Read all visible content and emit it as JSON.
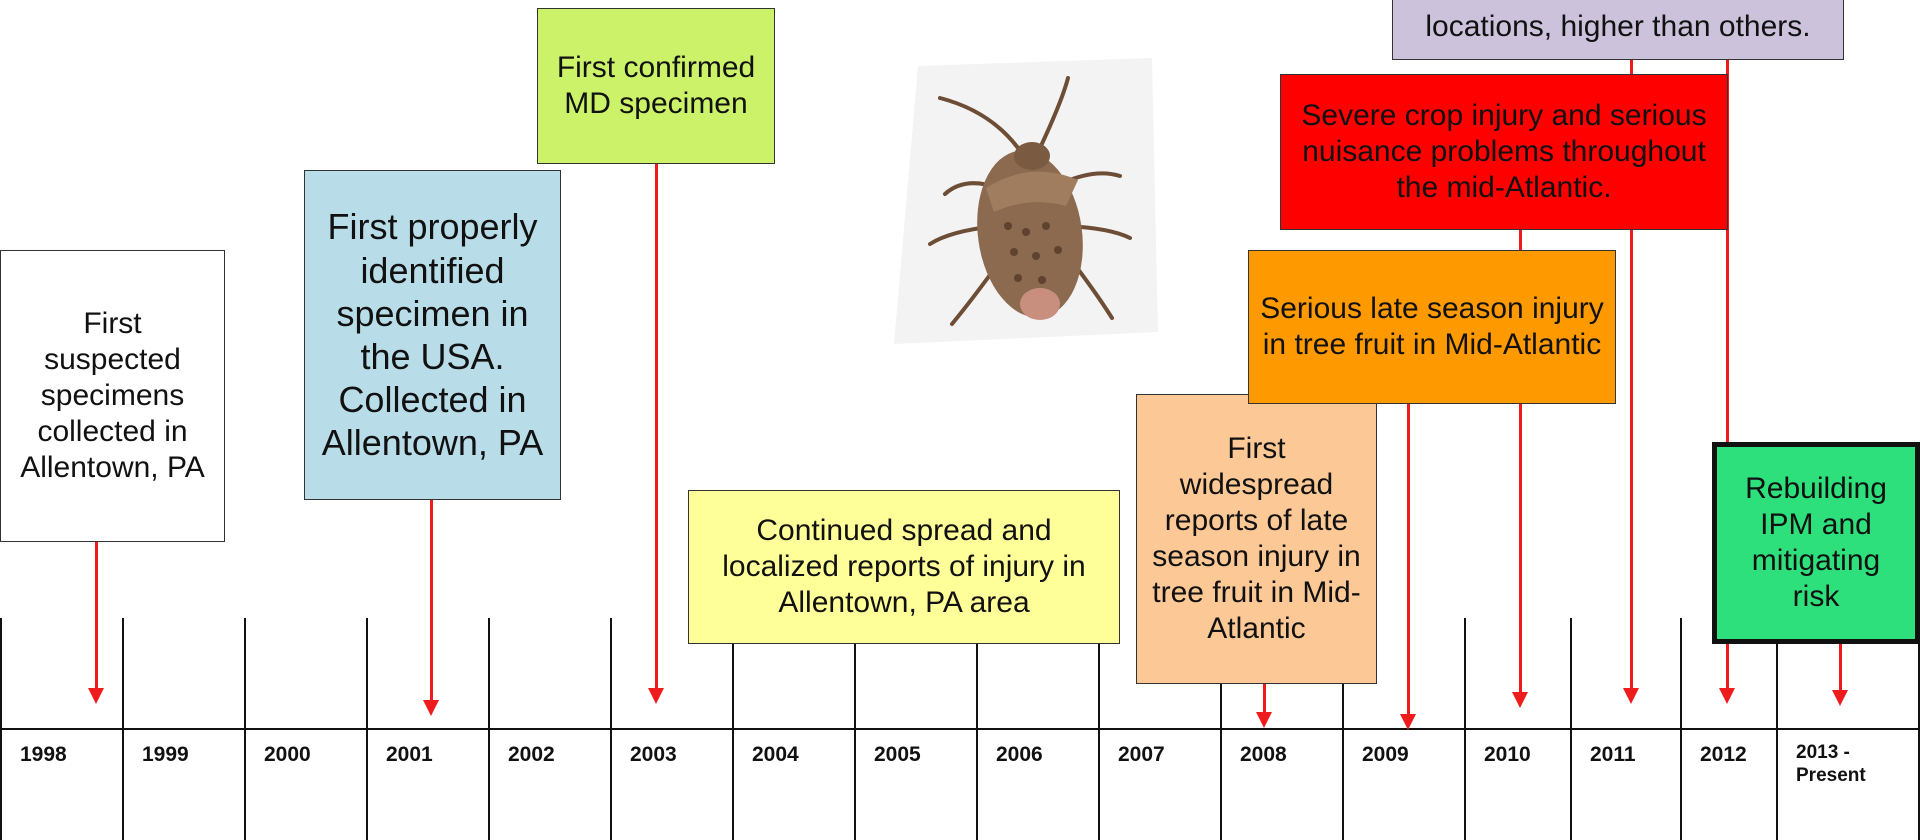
{
  "events": {
    "e1998": "First suspected specimens collected in Allentown, PA",
    "e2001": "First properly identified specimen in the USA. Collected in Allentown, PA",
    "e2003": "First confirmed MD specimen",
    "e2004": "Continued spread and localized reports of injury in Allentown, PA area",
    "e2008": "First widespread reports of late season injury in tree fruit in Mid-Atlantic",
    "e2009": "Serious late season injury in tree fruit in Mid-Atlantic",
    "e2010": "Severe crop injury and serious nuisance problems throughout the mid-Atlantic.",
    "e2011": "locations, higher than others.",
    "e2013": "Rebuilding IPM and mitigating risk"
  },
  "years": [
    "1998",
    "1999",
    "2000",
    "2001",
    "2002",
    "2003",
    "2004",
    "2005",
    "2006",
    "2007",
    "2008",
    "2009",
    "2010",
    "2011",
    "2012",
    "2013 -",
    "Present"
  ],
  "colors": {
    "arrow": "#ee1c1c",
    "box_1998": "#ffffff",
    "box_2001": "#b8dce8",
    "box_2003": "#ccf26a",
    "box_2004": "#ffff99",
    "box_2008": "#fcc895",
    "box_2009": "#ff9900",
    "box_2010": "#ff0000",
    "box_2011": "#ccc2dc",
    "box_2013": "#2ee07c"
  },
  "image": {
    "subject": "brown marmorated stink bug"
  }
}
